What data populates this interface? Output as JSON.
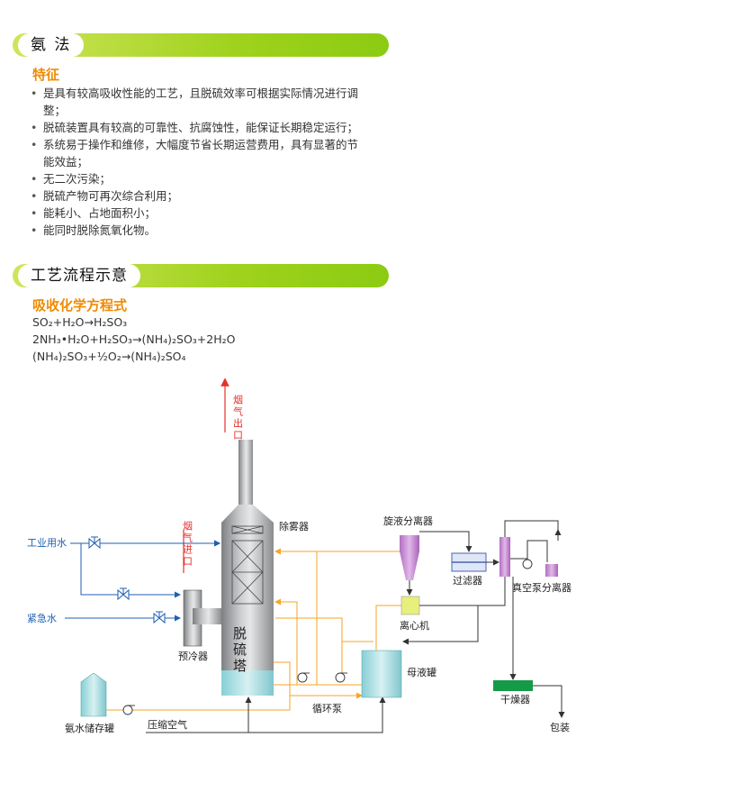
{
  "section1": {
    "title": "氨 法",
    "subtitle": "特征"
  },
  "features": [
    "是具有较高吸收性能的工艺，且脱硫效率可根据实际情况进行调整；",
    "脱硫装置具有较高的可靠性、抗腐蚀性，能保证长期稳定运行；",
    "系统易于操作和维修，大幅度节省长期运营费用，具有显著的节能效益；",
    "无二次污染；",
    "脱硫产物可再次综合利用；",
    "能耗小、占地面积小；",
    "能同时脱除氮氧化物。"
  ],
  "section2": {
    "title": "工艺流程示意",
    "subtitle": "吸收化学方程式"
  },
  "equations": [
    "SO₂+H₂O→H₂SO₃",
    "2NH₃•H₂O+H₂SO₃→(NH₄)₂SO₃+2H₂O",
    "(NH₄)₂SO₃+½O₂→(NH₄)₂SO₄"
  ],
  "diagram": {
    "flue_out": "烟气出口",
    "flue_in": "烟气进口",
    "industrial_water": "工业用水",
    "emergency_water": "紧急水",
    "demister": "除雾器",
    "tower": "脱硫塔",
    "precooler": "预冷器",
    "ammonia_tank": "氨水储存罐",
    "compressed_air": "压缩空气",
    "circulation_pump": "循环泵",
    "mother_liquor_tank": "母液罐",
    "cyclone": "旋液分离器",
    "filter": "过滤器",
    "vacuum_separator": "真空泵分离器",
    "centrifuge": "离心机",
    "dryer": "干燥器",
    "packaging": "包装",
    "colors": {
      "water_line": "#1f5fb3",
      "slurry_line": "#f5a623",
      "flue_arrow": "#e4322b",
      "dark_line": "#333333"
    }
  }
}
